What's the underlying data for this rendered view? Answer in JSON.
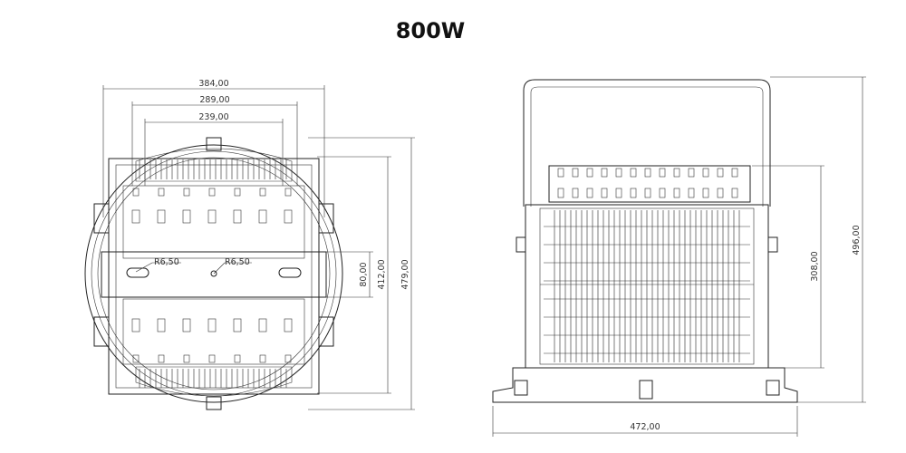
{
  "title": "800W",
  "front_view": {
    "dim_width_overall": "384,00",
    "dim_width_mid": "289,00",
    "dim_width_inner": "239,00",
    "radius_left": "R6,50",
    "radius_right": "R6,50",
    "dim_slot_height": "80,00",
    "dim_height_inner": "412,00",
    "dim_height_overall": "479,00"
  },
  "side_view": {
    "dim_height_body": "308,00",
    "dim_height_overall": "496,00",
    "dim_width_base": "472,00"
  }
}
